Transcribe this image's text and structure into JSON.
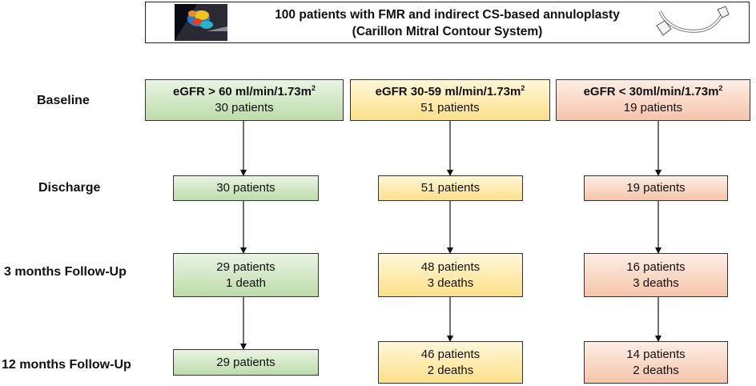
{
  "header": {
    "line1": "100 patients with FMR and indirect CS-based annuloplasty",
    "line2": "(Carillon Mitral Contour System)"
  },
  "rows": {
    "baseline": "Baseline",
    "discharge": "Discharge",
    "m3": "3 months Follow-Up",
    "m12": "12 months Follow-Up"
  },
  "groups": [
    {
      "title_prefix": "eGFR > 60 ml/min/1.73m",
      "title_sup": "2",
      "baseline": "30 patients",
      "discharge": "30 patients",
      "m3_patients": "29 patients",
      "m3_deaths": "1 death",
      "m12_patients": "29 patients",
      "m12_deaths": "",
      "color": "#bcdca9"
    },
    {
      "title_prefix": "eGFR 30-59 ml/min/1.73m",
      "title_sup": "2",
      "baseline": "51 patients",
      "discharge": "51 patients",
      "m3_patients": "48 patients",
      "m3_deaths": "3 deaths",
      "m12_patients": "46 patients",
      "m12_deaths": "2 deaths",
      "color": "#fde089"
    },
    {
      "title_prefix": "eGFR < 30ml/min/1.73m",
      "title_sup": "2",
      "baseline": "19 patients",
      "discharge": "19 patients",
      "m3_patients": "16 patients",
      "m3_deaths": "3 deaths",
      "m12_patients": "14 patients",
      "m12_deaths": "2 deaths",
      "color": "#f6c4aa"
    }
  ]
}
